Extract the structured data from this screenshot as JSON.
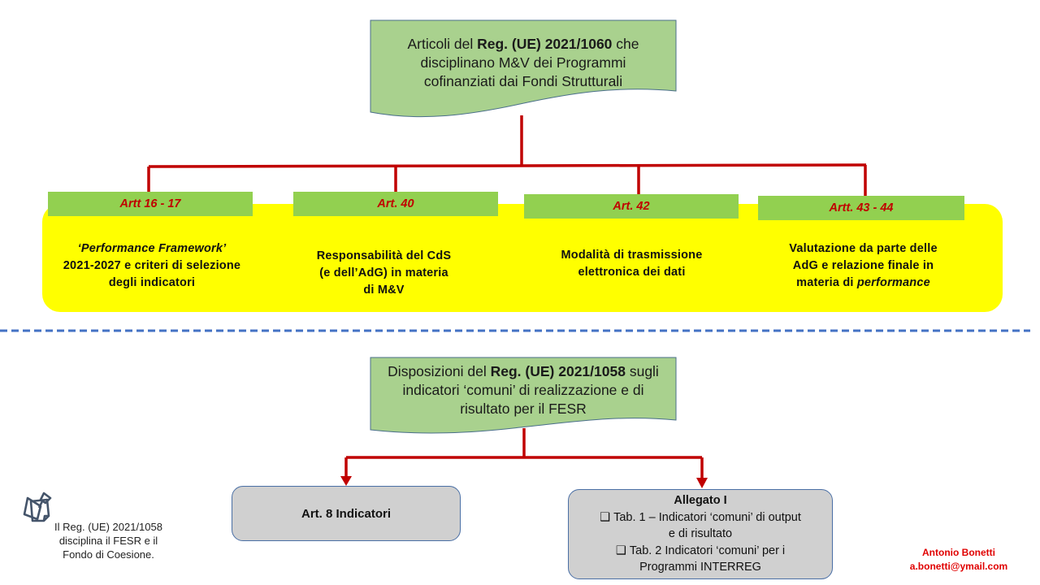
{
  "colors": {
    "document_fill": "#a9d18e",
    "yellow_band": "#ffff00",
    "article_tab": "#92d050",
    "article_tab_text": "#c00000",
    "connector": "#c00000",
    "separator": "#4472c4",
    "gray_box": "#d0d0d0",
    "author_text": "#e00000"
  },
  "top_document": {
    "line1_prefix": "Articoli del ",
    "line1_bold": "Reg. (UE) 2021/1060",
    "line1_suffix": " che",
    "line2": "disciplinano M&V dei Programmi",
    "line3": "cofinanziati dai Fondi Strutturali"
  },
  "articles": [
    {
      "tab": "Artt 16 - 17",
      "desc_line1_italic": "‘Performance  Framework’",
      "desc_line2": "2021-2027  e criteri  di  selezione",
      "desc_line3": "degli  indicatori"
    },
    {
      "tab": "Art. 40",
      "desc_line1": "Responsabilità  del  CdS",
      "desc_line2": "(e dell’AdG)  in  materia",
      "desc_line3": "di M&V"
    },
    {
      "tab": "Art. 42",
      "desc_line1": "Modalità  di  trasmissione",
      "desc_line2": "elettronica  dei  dati"
    },
    {
      "tab": "Artt. 43 - 44",
      "desc_line1": "Valutazione  da parte delle",
      "desc_line2": "AdG e relazione  finale  in",
      "desc_line3_prefix": "materia  di ",
      "desc_line3_italic": "performance"
    }
  ],
  "bottom_document": {
    "line1_prefix": "Disposizioni del ",
    "line1_bold": "Reg. (UE) 2021/1058",
    "line1_suffix": " sugli",
    "line2": "indicatori ‘comuni’ di realizzazione e di",
    "line3": "risultato per il FESR"
  },
  "art8_box": {
    "label": "Art. 8 Indicatori"
  },
  "allegato_box": {
    "title": "Allegato  I",
    "item1_line1": "Tab.  1 – Indicatori  ‘comuni’  di output",
    "item1_line2": "e di risultato",
    "item2_line1": "Tab.  2 Indicatori  ‘comuni’  per i",
    "item2_line2": "Programmi  INTERREG",
    "bullet_icon": "❑"
  },
  "note": {
    "icon": "sticky-note-pin-icon",
    "line1": "Il Reg. (UE) 2021/1058",
    "line2": "disciplina il FESR e il",
    "line3": "Fondo di Coesione."
  },
  "author": {
    "name": "Antonio Bonetti",
    "email": "a.bonetti@ymail.com"
  }
}
